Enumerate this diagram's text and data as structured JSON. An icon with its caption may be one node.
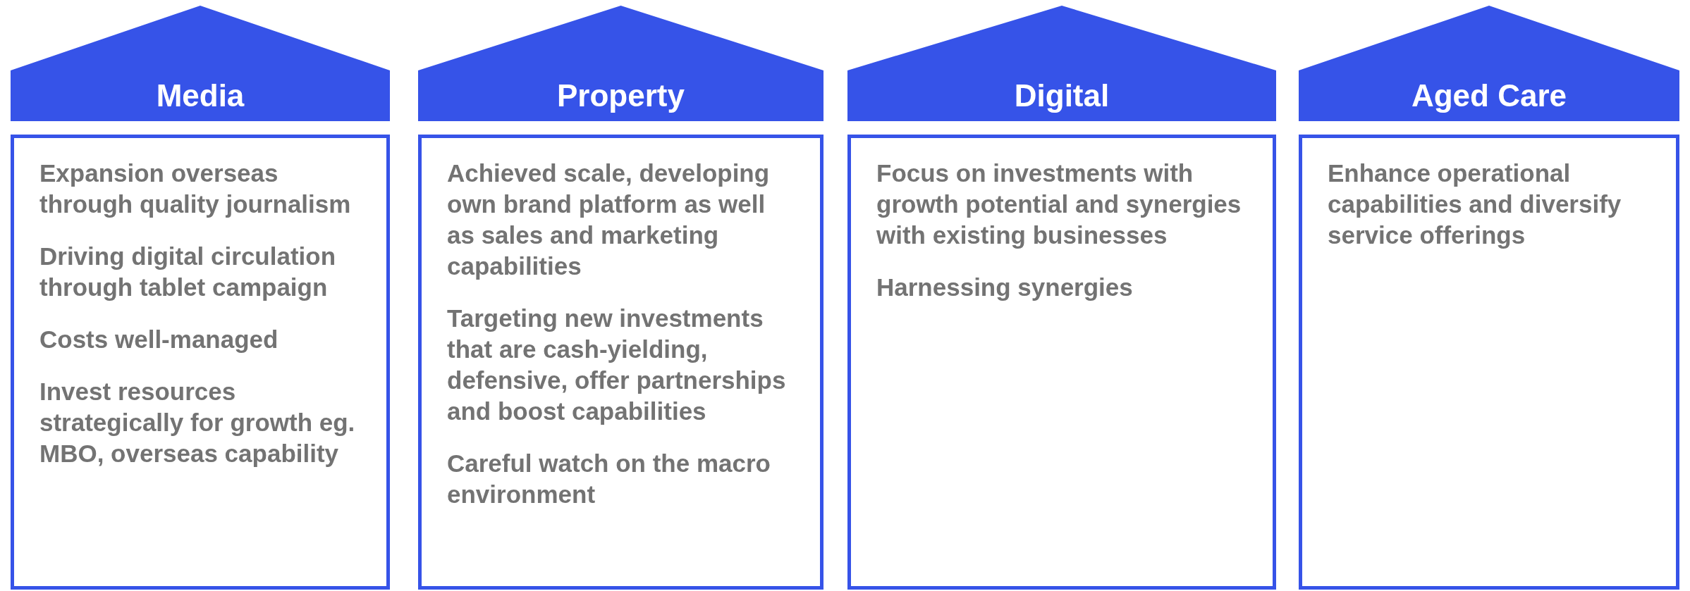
{
  "diagram": {
    "nodes": [
      {
        "text": [],
        "shape": "triangle"
      },
      {
        "text": [
          "Media"
        ]
      },
      {
        "text": [
          "Expansion overseas through quality journalism",
          "Driving digital circulation through tablet campaign",
          "Costs well-managed",
          "Invest resources strategically for growth eg. MBO, overseas capability"
        ]
      },
      {
        "text": [],
        "shape": "triangle"
      },
      {
        "text": [
          "Property"
        ]
      },
      {
        "text": [
          "Achieved scale, developing own brand platform as well as sales and marketing capabilities",
          "Targeting new investments that are cash-yielding, defensive,  offer partnerships and boost capabilities",
          "Careful watch on the macro environment"
        ]
      },
      {
        "text": [],
        "shape": "triangle"
      },
      {
        "text": [
          "Digital"
        ]
      },
      {
        "text": [
          "Focus on investments  with growth potential and synergies with existing businesses",
          "Harnessing synergies"
        ]
      },
      {
        "text": [],
        "shape": "triangle"
      },
      {
        "text": [
          "Aged Care"
        ]
      },
      {
        "text": [
          "Enhance operational capabilities and diversify service offerings"
        ]
      }
    ]
  }
}
